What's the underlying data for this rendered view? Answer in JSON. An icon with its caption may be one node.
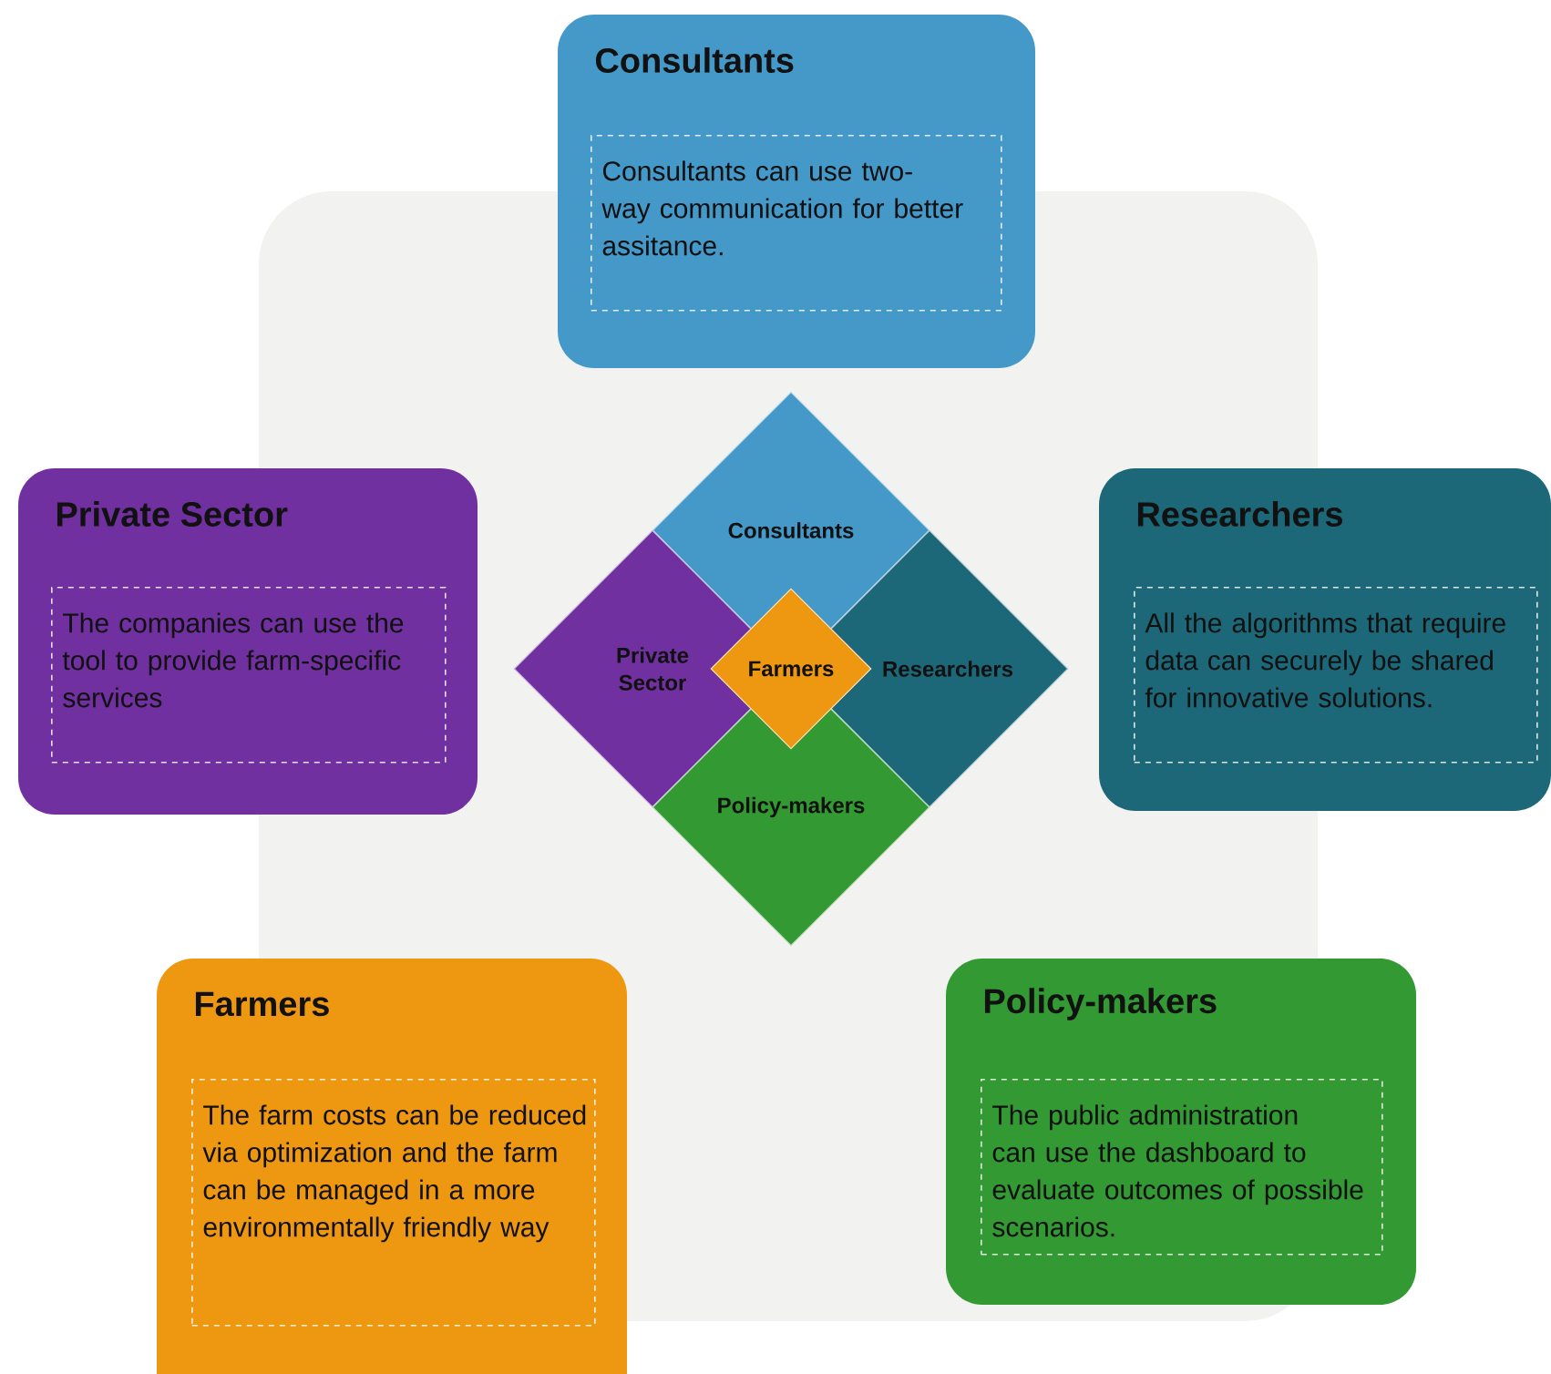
{
  "diagram": {
    "nodes": [
      {
        "text": [
          "Consultants",
          "Consultants can use two-way communication for better assitance."
        ]
      },
      {
        "text": [
          "Private Sector",
          "The companies can use the tool to provide farm-specific services"
        ]
      },
      {
        "text": [
          "Researchers",
          "All the algorithms that require data can securely be shared for innovative solutions."
        ]
      },
      {
        "text": [
          "Farmers",
          "The farm costs can be reduced via optimization and the farm can be managed in a more environmentally friendly way"
        ]
      },
      {
        "text": [
          "Policy-makers",
          "The public administration can use the dashboard to evaluate outcomes of possible scenarios."
        ]
      },
      {
        "text": [
          "Consultants"
        ]
      },
      {
        "text": [
          "Private Sector"
        ]
      },
      {
        "text": [
          "Researchers"
        ]
      },
      {
        "text": [
          "Policy-makers"
        ]
      },
      {
        "text": [
          "Farmers"
        ]
      }
    ]
  }
}
